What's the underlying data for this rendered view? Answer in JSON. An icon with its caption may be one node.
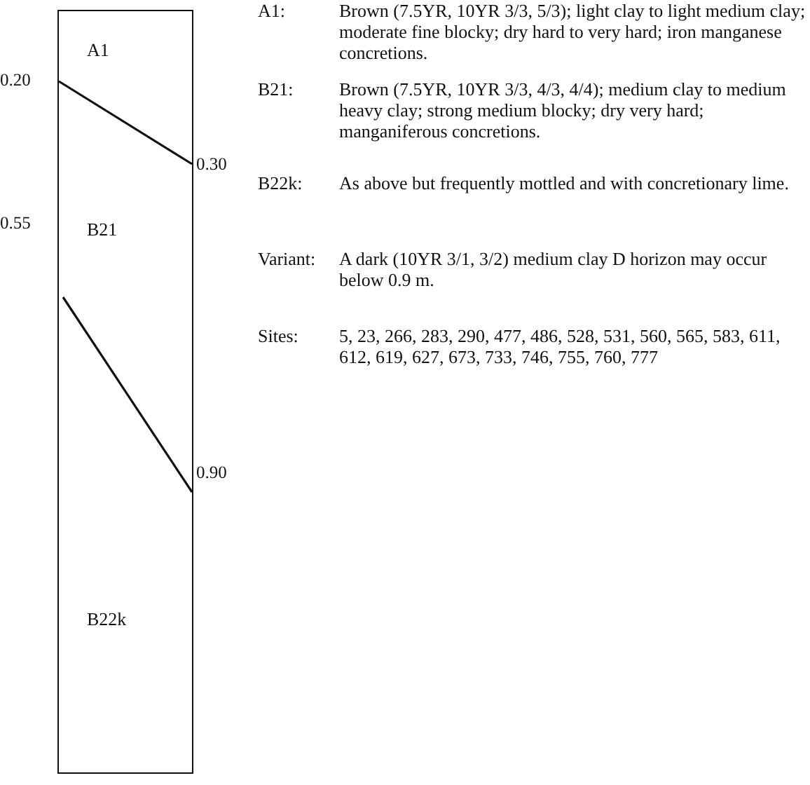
{
  "diagram": {
    "nodes": [
      {
        "text": [
          "A1",
          "B21",
          "B22k"
        ]
      }
    ],
    "labels": [
      "A1:",
      "Brown (7.5YR, 10YR 3/3, 5/3); light clay to light medium clay; moderate fine blocky; dry hard to very hard; iron manganese concretions.",
      "B21:",
      "Brown (7.5YR, 10YR 3/3, 4/3, 4/4); medium clay to medium heavy clay; strong medium blocky; dry very hard; manganiferous concretions.",
      "B22k:",
      "As above but frequently mottled and with concretionary lime.",
      "Variant:",
      "A dark (10YR 3/1, 3/2) medium clay D horizon may occur below 0.9 m.",
      "Sites:",
      "5, 23, 266, 283, 290, 477, 486, 528, 531, 560, 565, 583, 611, 612, 619, 627, 673, 733, 746, 755, 760, 777",
      "0.20",
      "0.30",
      "0.55",
      "0.90"
    ]
  }
}
